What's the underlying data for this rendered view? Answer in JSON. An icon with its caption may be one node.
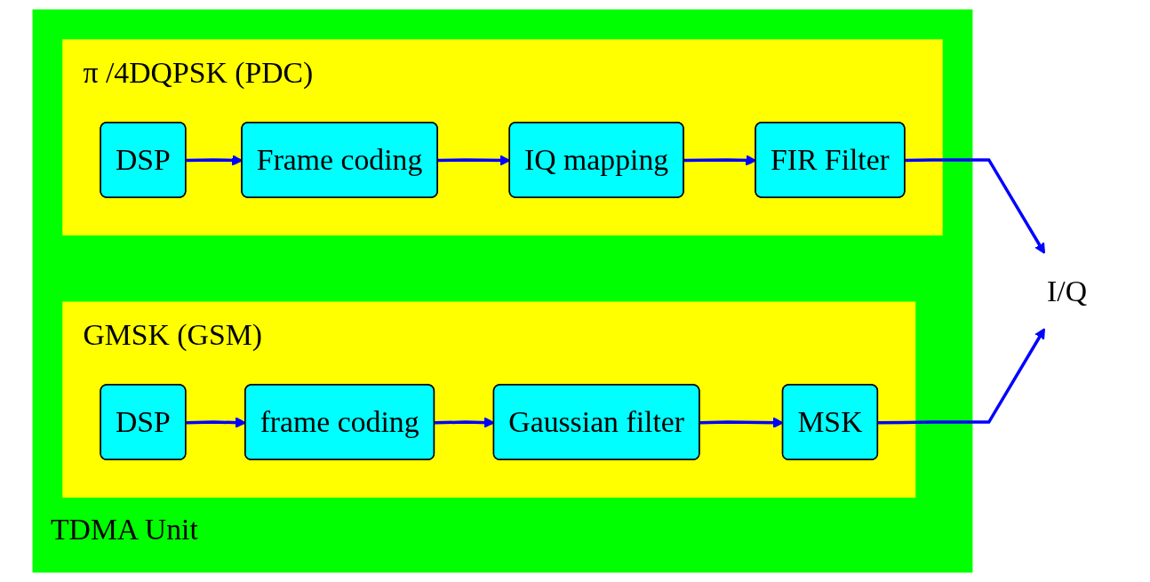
{
  "diagram": {
    "nodes": [
      {
        "text": [
          "TDMA Unit"
        ]
      },
      {
        "text": [
          "π /4DQPSK (PDC)"
        ],
        "in": 0
      },
      {
        "text": [
          "DSP"
        ],
        "in": 1
      },
      {
        "text": [
          "Frame coding"
        ],
        "in": 1
      },
      {
        "text": [
          "IQ mapping"
        ],
        "in": 1
      },
      {
        "text": [
          "FIR Filter"
        ],
        "in": 1
      },
      {
        "text": [
          "GMSK (GSM)"
        ],
        "in": 0
      },
      {
        "text": [
          "DSP"
        ],
        "in": 6
      },
      {
        "text": [
          "frame coding"
        ],
        "in": 6
      },
      {
        "text": [
          "Gaussian filter"
        ],
        "in": 6
      },
      {
        "text": [
          "MSK"
        ],
        "in": 6
      },
      {
        "text": [
          "I/Q"
        ]
      }
    ],
    "edges": [
      {
        "from": 2,
        "to": 3,
        "arrow": "to"
      },
      {
        "from": 3,
        "to": 4,
        "arrow": "to"
      },
      {
        "from": 4,
        "to": 5,
        "arrow": "to"
      },
      {
        "from": 7,
        "to": 8,
        "arrow": "to"
      },
      {
        "from": 8,
        "to": 9,
        "arrow": "to"
      },
      {
        "from": 9,
        "to": 10,
        "arrow": "to"
      },
      {
        "from": 5,
        "to": 11,
        "arrow": "to"
      },
      {
        "from": 10,
        "to": 11,
        "arrow": "to"
      }
    ]
  }
}
